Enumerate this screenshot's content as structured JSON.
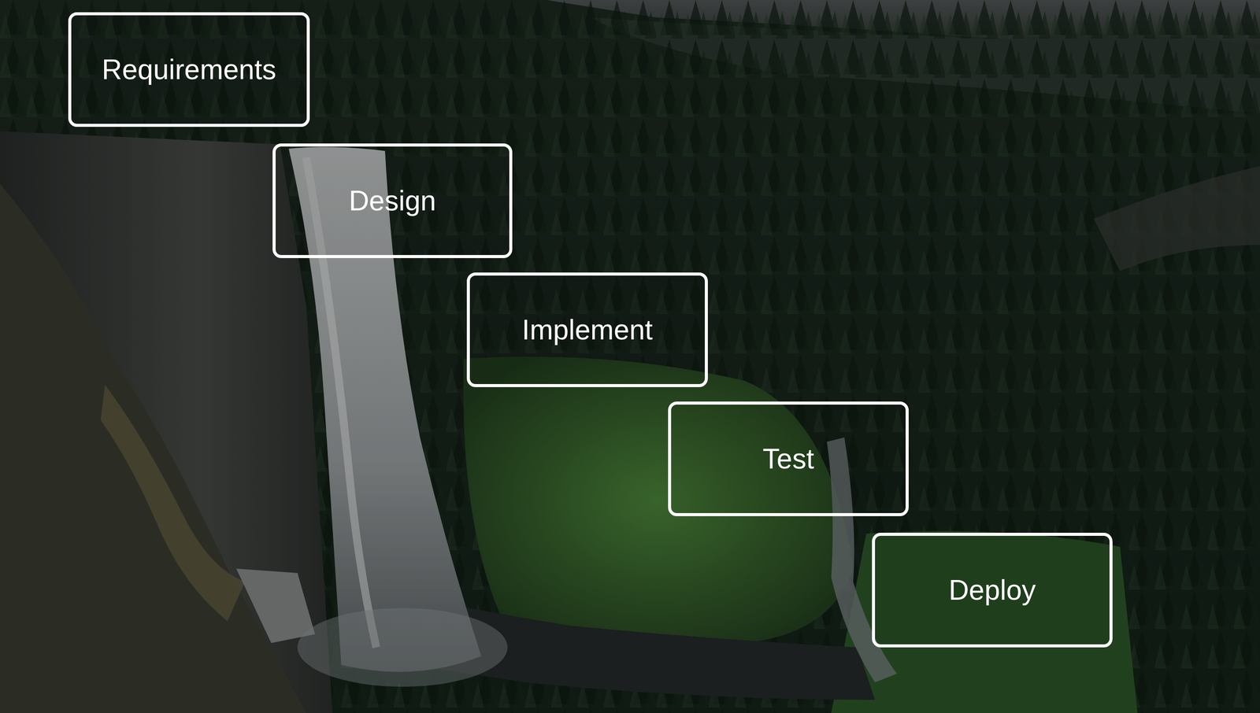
{
  "diagram": {
    "nodes": [
      {
        "text": [
          "Requirements"
        ]
      },
      {
        "text": [
          "Design"
        ]
      },
      {
        "text": [
          "Implement"
        ]
      },
      {
        "text": [
          "Test"
        ]
      },
      {
        "text": [
          "Deploy"
        ]
      }
    ]
  }
}
